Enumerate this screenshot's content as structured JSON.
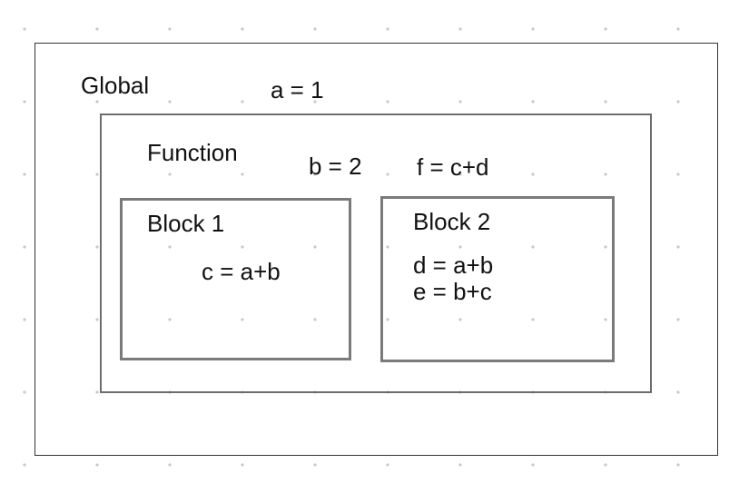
{
  "global": {
    "label": "Global",
    "statement": "a = 1"
  },
  "function": {
    "label": "Function",
    "statements": [
      "b = 2",
      "f = c+d"
    ]
  },
  "blocks": [
    {
      "label": "Block 1",
      "statements": [
        "c = a+b"
      ]
    },
    {
      "label": "Block 2",
      "statements": [
        "d = a+b",
        "e = b+c"
      ]
    }
  ],
  "colors": {
    "outer_border": "#333333",
    "inner_border": "#7a7a7a",
    "grid_dot": "#c9c9c9"
  }
}
